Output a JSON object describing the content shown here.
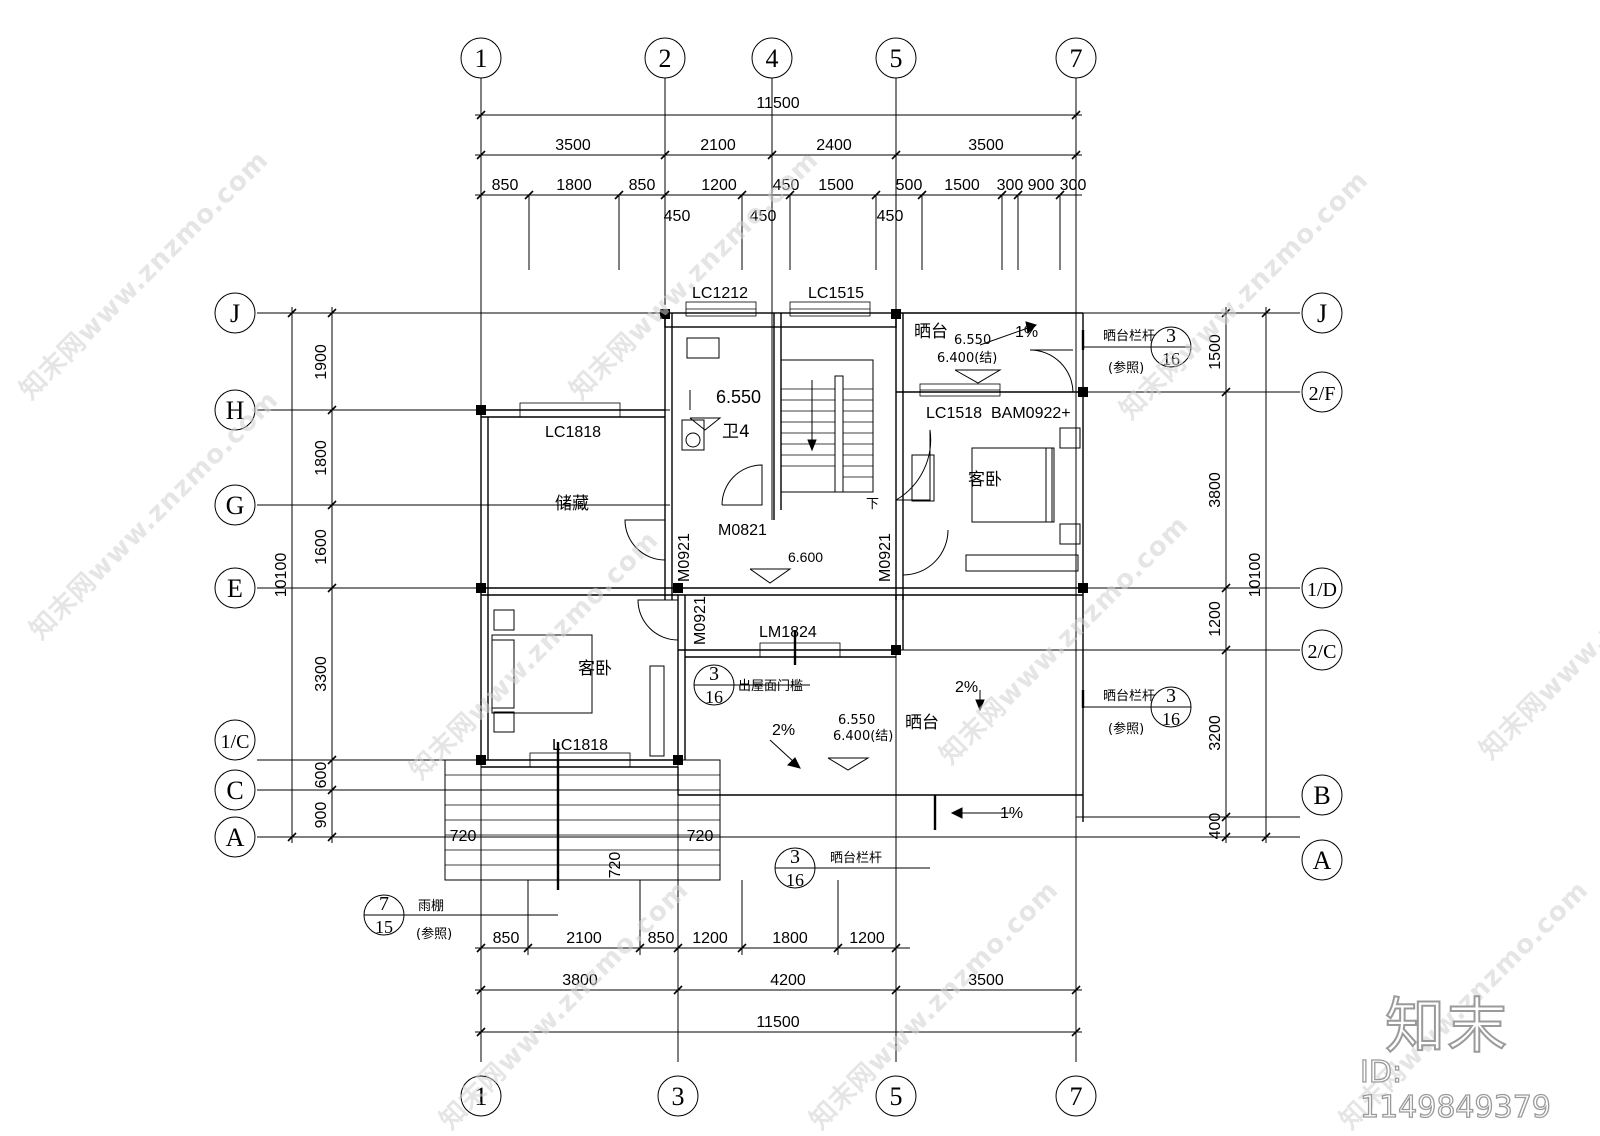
{
  "watermarks": [
    {
      "text": "知末网www.znzmo.com"
    },
    {
      "text": "知末网www.znzmo.com"
    },
    {
      "text": "知末网www.znzmo.com"
    },
    {
      "text": "知末网www.znzmo.com"
    },
    {
      "text": "知末网www.znzmo.com"
    },
    {
      "text": "知末网www.znzmo.com"
    },
    {
      "text": "知末网www.znzmo.com"
    },
    {
      "text": "知末网www.znzmo.com"
    },
    {
      "text": "知末网www.znzmo.com"
    },
    {
      "text": "知末网www.znzmo.com"
    }
  ],
  "brand": {
    "logo": "知末",
    "id": "ID: 1149849379"
  },
  "axes": {
    "top": [
      "1",
      "2",
      "4",
      "5",
      "7"
    ],
    "bottom": [
      "1",
      "3",
      "5",
      "7"
    ],
    "left": [
      "J",
      "H",
      "G",
      "E",
      "1/C",
      "C",
      "A"
    ],
    "right": [
      "J",
      "2/F",
      "1/D",
      "2/C",
      "B",
      "A"
    ]
  },
  "dimensions": {
    "top_total": "11500",
    "top_row2": [
      "3500",
      "2100",
      "2400",
      "3500"
    ],
    "top_row3": [
      "850",
      "1800",
      "850",
      "1200",
      "450",
      "1500",
      "500",
      "1500",
      "300",
      "900",
      "300"
    ],
    "top_row3_sub": [
      "450",
      "450",
      "450"
    ],
    "bottom_row1": [
      "850",
      "2100",
      "850",
      "1200",
      "1800",
      "1200"
    ],
    "bottom_row2": [
      "3800",
      "4200",
      "3500"
    ],
    "bottom_total": "11500",
    "left_total": "10100",
    "left_parts": [
      "1900",
      "1800",
      "1600",
      "3300",
      "600",
      "900"
    ],
    "right_total": "10100",
    "right_parts": [
      "1500",
      "3800",
      "1200",
      "3200",
      "400"
    ],
    "canopy": [
      "720",
      "720",
      "720"
    ]
  },
  "labels": {
    "lc1212": "LC1212",
    "lc1515": "LC1515",
    "lc1818_top": "LC1818",
    "lc1818_bottom": "LC1818",
    "lc1518": "LC1518",
    "bam0922": "BAM0922+",
    "m0821": "M0821",
    "m0921_a": "M0921",
    "m0921_b": "M0921",
    "m0921_c": "M0921",
    "lm1824": "LM1824",
    "elev_6550": "6.550",
    "elev_6600": "6.600",
    "elev_6550_terrace1": "6.550",
    "elev_6400_terrace1": "6.400(结)",
    "elev_6550_terrace2": "6.550",
    "elev_6400_terrace2": "6.400(结)",
    "slope_1a": "1%",
    "slope_1b": "1%",
    "slope_2a": "2%",
    "slope_2b": "2%",
    "down": "下"
  },
  "rooms": {
    "terrace_top": "晒台",
    "terrace_bottom": "晒台",
    "guest_room_right": "客卧",
    "guest_room_left": "客卧",
    "storage": "储藏",
    "bathroom": "卫4"
  },
  "callouts": {
    "railing_1": {
      "text": "晒台栏杆",
      "note": "(参照)",
      "num": "3",
      "sheet": "16"
    },
    "railing_2": {
      "text": "晒台栏杆",
      "note": "(参照)",
      "num": "3",
      "sheet": "16"
    },
    "railing_3": {
      "text": "晒台栏杆",
      "num": "3",
      "sheet": "16"
    },
    "threshold": {
      "text": "出屋面门槛",
      "num": "3",
      "sheet": "16"
    },
    "canopy": {
      "text": "雨棚",
      "note": "(参照)",
      "num": "7",
      "sheet": "15"
    }
  }
}
